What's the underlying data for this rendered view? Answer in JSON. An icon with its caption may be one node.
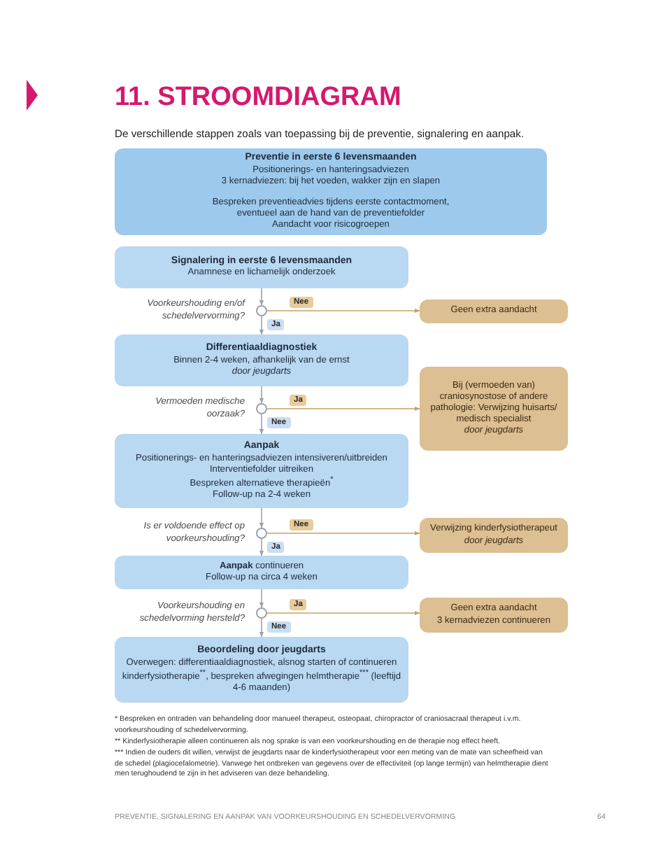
{
  "diagram": {
    "title": "11. STROOMDIAGRAM",
    "nodes": [
      {
        "text": [
          "Preventie in eerste 6 levensmaanden",
          "Positionerings- en hanteringsadviezen",
          "3 kernadviezen: bij het voeden, wakker zijn en slapen",
          "Bespreken preventieadvies tijdens eerste contactmoment, eventueel aan de hand van de preventiefolder",
          "Aandacht voor risicogroepen"
        ]
      },
      {
        "text": [
          "Signalering in eerste 6 levensmaanden",
          "Anamnese en lichamelijk onderzoek"
        ]
      },
      {
        "text": [],
        "shape": "circle",
        "beside": [
          "Voorkeurshouding en/of schedelvervorming?"
        ]
      },
      {
        "text": [
          "Geen extra aandacht"
        ]
      },
      {
        "text": [
          "Differentiaaldiagnostiek",
          "Binnen 2-4 weken, afhankelijk van de ernst",
          "door jeugdarts"
        ]
      },
      {
        "text": [],
        "shape": "circle",
        "beside": [
          "Vermoeden medische oorzaak?"
        ]
      },
      {
        "text": [
          "Bij (vermoeden van) craniosynostose of andere pathologie: Verwijzing huisarts/ medisch specialist",
          "door jeugdarts"
        ]
      },
      {
        "text": [
          "Aanpak",
          "Positionerings- en hanteringsadviezen intensiveren/uitbreiden",
          "Interventiefolder uitreiken",
          "Bespreken alternatieve therapieën$^{*}$",
          "Follow-up na 2-4 weken"
        ]
      },
      {
        "text": [],
        "shape": "circle",
        "beside": [
          "Is er voldoende effect op voorkeurshouding?"
        ]
      },
      {
        "text": [
          "Verwijzing kinderfysiotherapeut",
          "door jeugdarts"
        ]
      },
      {
        "text": [
          "**Aanpak** continueren",
          "Follow-up na circa 4 weken"
        ]
      },
      {
        "text": [],
        "shape": "circle",
        "beside": [
          "Voorkeurshouding en schedelvorming hersteld?"
        ]
      },
      {
        "text": [
          "Geen extra aandacht",
          "3 kernadviezen continueren"
        ]
      },
      {
        "text": [
          "Beoordeling door jeugdarts",
          "Overwegen: differentiaaldiagnostiek, alsnog starten of continueren kinderfysiotherapie$^{**}$, bespreken afwegingen helmtherapie$^{***}$ (leeftijd 4-6 maanden)"
        ]
      }
    ],
    "edges": [
      {
        "from": 1,
        "to": 2,
        "arrow": "to"
      },
      {
        "from": 2,
        "to": 3,
        "arrow": "to",
        "label": "Nee"
      },
      {
        "from": 2,
        "to": 4,
        "arrow": "to",
        "label": "Ja"
      },
      {
        "from": 4,
        "to": 5,
        "arrow": "to"
      },
      {
        "from": 5,
        "to": 6,
        "arrow": "to",
        "label": "Ja"
      },
      {
        "from": 5,
        "to": 7,
        "arrow": "to",
        "label": "Nee"
      },
      {
        "from": 7,
        "to": 8,
        "arrow": "to"
      },
      {
        "from": 8,
        "to": 9,
        "arrow": "to",
        "label": "Nee"
      },
      {
        "from": 8,
        "to": 10,
        "arrow": "to",
        "label": "Ja"
      },
      {
        "from": 10,
        "to": 11,
        "arrow": "to"
      },
      {
        "from": 11,
        "to": 12,
        "arrow": "to",
        "label": "Ja"
      },
      {
        "from": 11,
        "to": 13,
        "arrow": "to",
        "label": "Nee"
      }
    ],
    "labels": [
      "De verschillende stappen zoals van toepassing bij de preventie, signalering en aanpak.",
      "* Bespreken en ontraden van behandeling door manueel therapeut, osteopaat, chiropractor of craniosacraal therapeut i.v.m. voorkeurshouding of schedelvervorming.",
      "** Kinderfysiotherapie alleen continueren als nog sprake is van een voorkeurshouding en de therapie nog effect heeft.",
      "*** Indien de ouders dit willen, verwijst de jeugdarts naar de kinderfysiotherapeut voor een meting van de mate van scheefheid van de schedel (plagiocefalometrie). Vanwege het ontbreken van gegevens over de effectiviteit (op lange termijn) van helmtherapie dient men terughoudend te zijn in het adviseren van deze behandeling.",
      "PREVENTIE, SIGNALERING EN AANPAK VAN VOORKEURSHOUDING EN SCHEDELVERVORMING",
      "64"
    ]
  }
}
